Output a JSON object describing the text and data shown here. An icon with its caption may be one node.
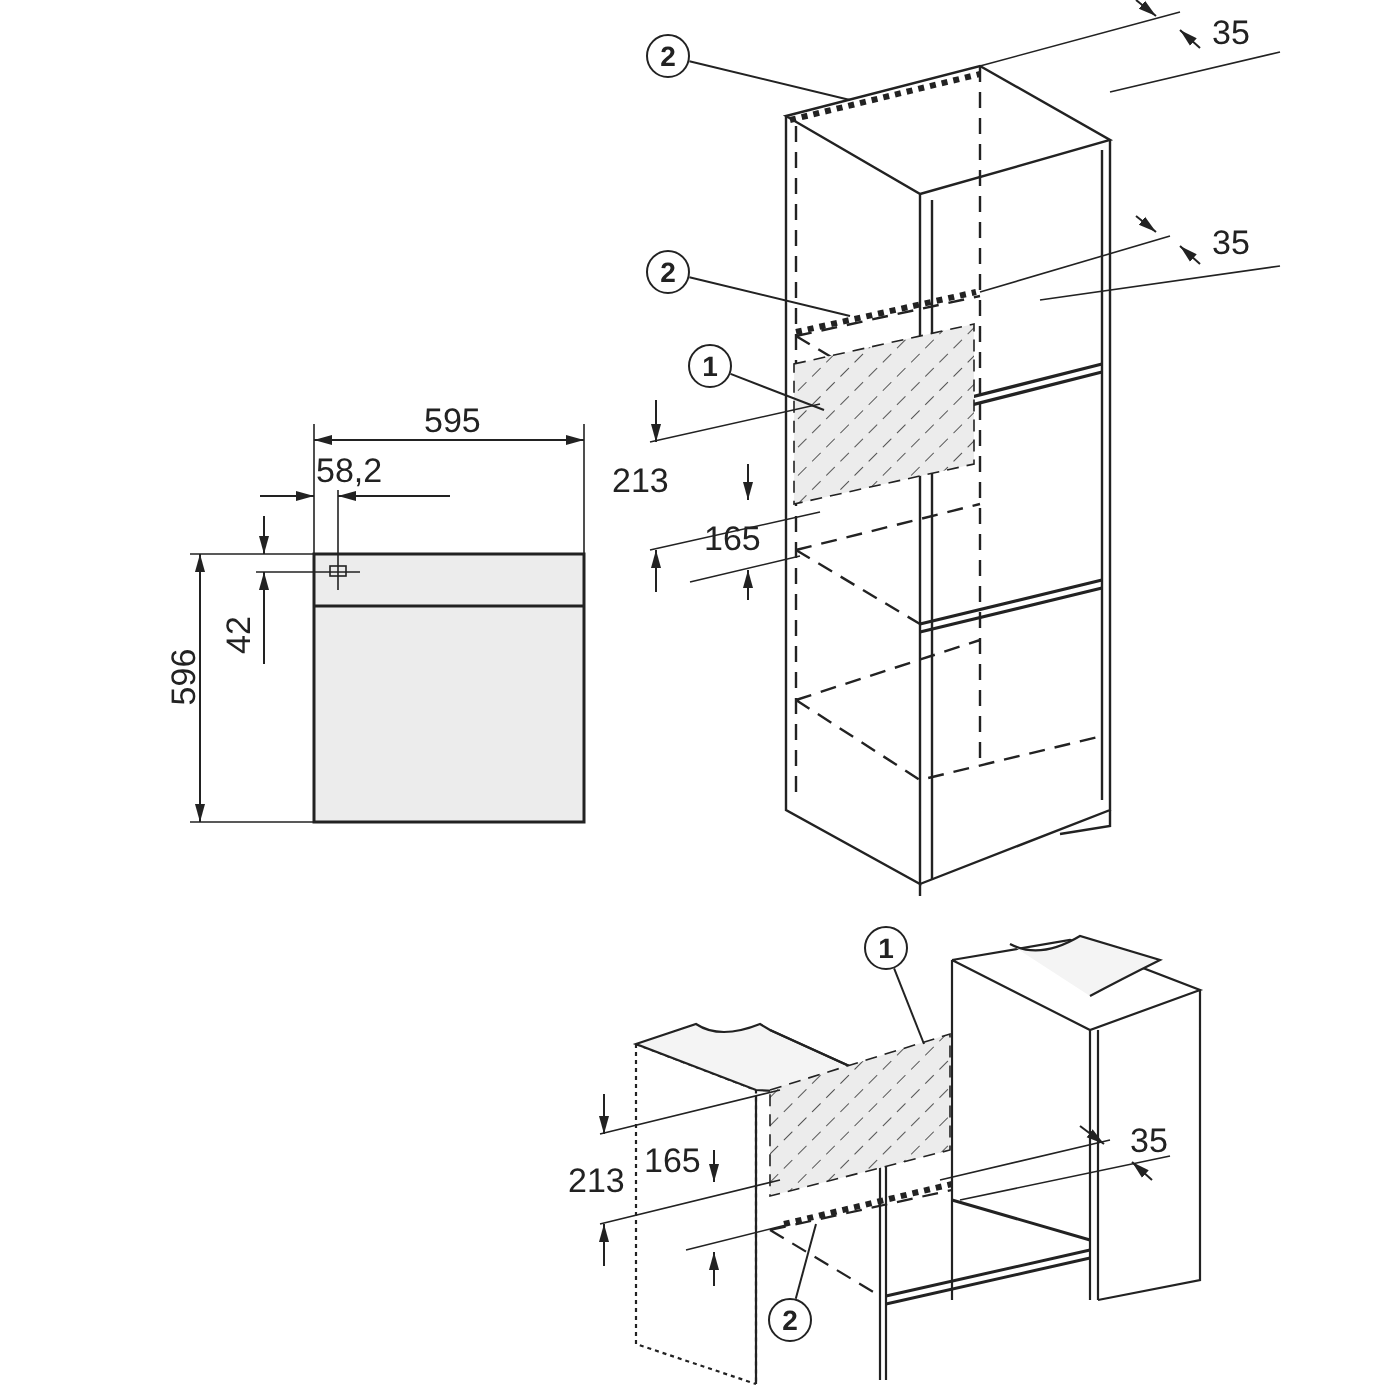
{
  "diagram": {
    "nodes": [
      {
        "text": [
          "2"
        ]
      },
      {
        "text": [
          "2"
        ]
      },
      {
        "text": [
          "1"
        ]
      },
      {
        "text": [
          "1"
        ]
      },
      {
        "text": [
          "2"
        ]
      }
    ],
    "edges": [
      {
        "from": 0,
        "to": null,
        "arrow": "none"
      },
      {
        "from": 1,
        "to": null,
        "arrow": "none"
      },
      {
        "from": 2,
        "to": null,
        "arrow": "none"
      },
      {
        "from": 3,
        "to": null,
        "arrow": "none"
      },
      {
        "from": 4,
        "to": null,
        "arrow": "none"
      }
    ],
    "labels": [
      "35",
      "35",
      "595",
      "58,2",
      "213",
      "165",
      "42",
      "596",
      "213",
      "35",
      "165"
    ]
  }
}
